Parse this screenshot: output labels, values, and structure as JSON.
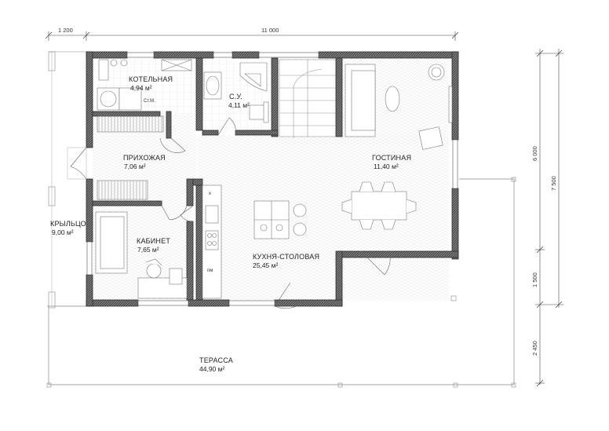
{
  "dimensions": {
    "porch_width": "1 200",
    "house_width": "11 000",
    "right_top": "6 000",
    "right_mid": "1 500",
    "right_bottom": "2 450",
    "right_total": "7 500"
  },
  "rooms": [
    {
      "id": "boiler",
      "name": "КОТЕЛЬНАЯ",
      "area": "4,94 м²"
    },
    {
      "id": "bath",
      "name": "С.У.",
      "area": "4,11 м²"
    },
    {
      "id": "hall",
      "name": "ПРИХОЖАЯ",
      "area": "7,06 м²"
    },
    {
      "id": "living",
      "name": "ГОСТИНАЯ",
      "area": "11,40 м²"
    },
    {
      "id": "porch",
      "name": "КРЫЛЬЦО",
      "area": "9,00 м²"
    },
    {
      "id": "office",
      "name": "КАБИНЕТ",
      "area": "7,65 м²"
    },
    {
      "id": "kitchen",
      "name": "КУХНЯ-СТОЛОВАЯ",
      "area": "25,45 м²"
    },
    {
      "id": "terrace",
      "name": "ТЕРАССА",
      "area": "44,90 м²"
    }
  ],
  "fixtures": {
    "washing_machine_label": "Ст.М.",
    "fridge_label": "х",
    "mw_label": "пм"
  },
  "colors": {
    "wall": "#3a3a3a",
    "wall_fill": "#6e6e6e",
    "line": "#555555"
  }
}
